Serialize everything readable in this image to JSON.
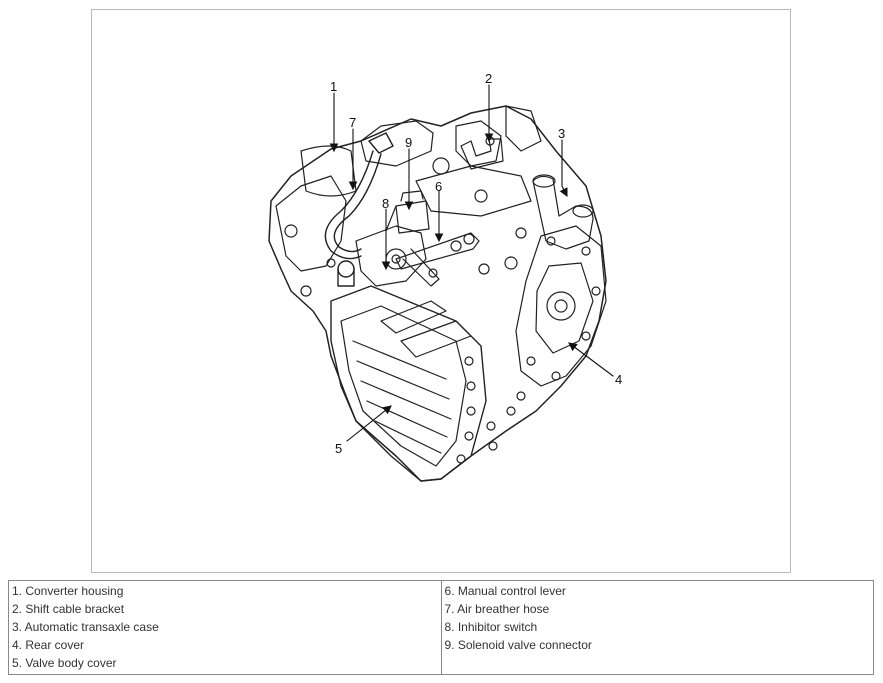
{
  "callouts": [
    "1",
    "2",
    "3",
    "4",
    "5",
    "6",
    "7",
    "8",
    "9"
  ],
  "legend": {
    "left": [
      "1. Converter housing",
      "2. Shift cable bracket",
      "3. Automatic transaxle case",
      "4. Rear cover",
      "5. Valve body cover"
    ],
    "right": [
      "6. Manual control lever",
      "7. Air breather hose",
      "8. Inhibitor switch",
      "9. Solenoid valve connector"
    ]
  }
}
